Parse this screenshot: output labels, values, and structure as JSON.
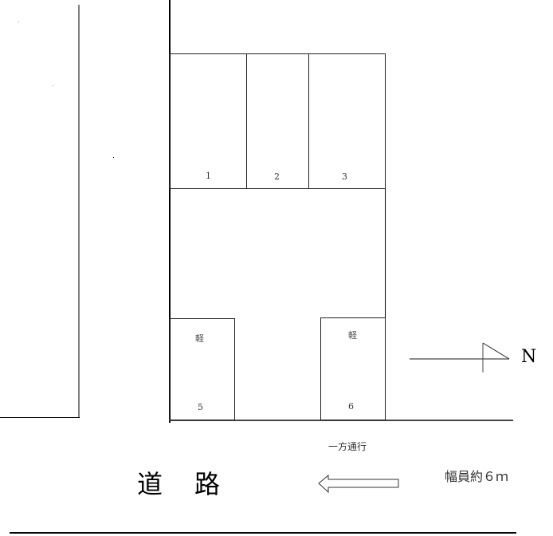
{
  "diagram": {
    "type": "parking-lot-layout",
    "spaces": [
      {
        "id": "space-1",
        "label": "1",
        "type": ""
      },
      {
        "id": "space-2",
        "label": "2",
        "type": ""
      },
      {
        "id": "space-3",
        "label": "3",
        "type": ""
      },
      {
        "id": "space-5",
        "label": "5",
        "type": "軽"
      },
      {
        "id": "space-6",
        "label": "6",
        "type": "軽"
      }
    ],
    "compass": {
      "label": "N"
    },
    "road": {
      "label": "道路",
      "direction_label": "一方通行",
      "width_label": "幅員約６ｍ"
    }
  },
  "colors": {
    "line": "#000000",
    "gray_line": "#7f7f7f",
    "background": "#ffffff"
  }
}
